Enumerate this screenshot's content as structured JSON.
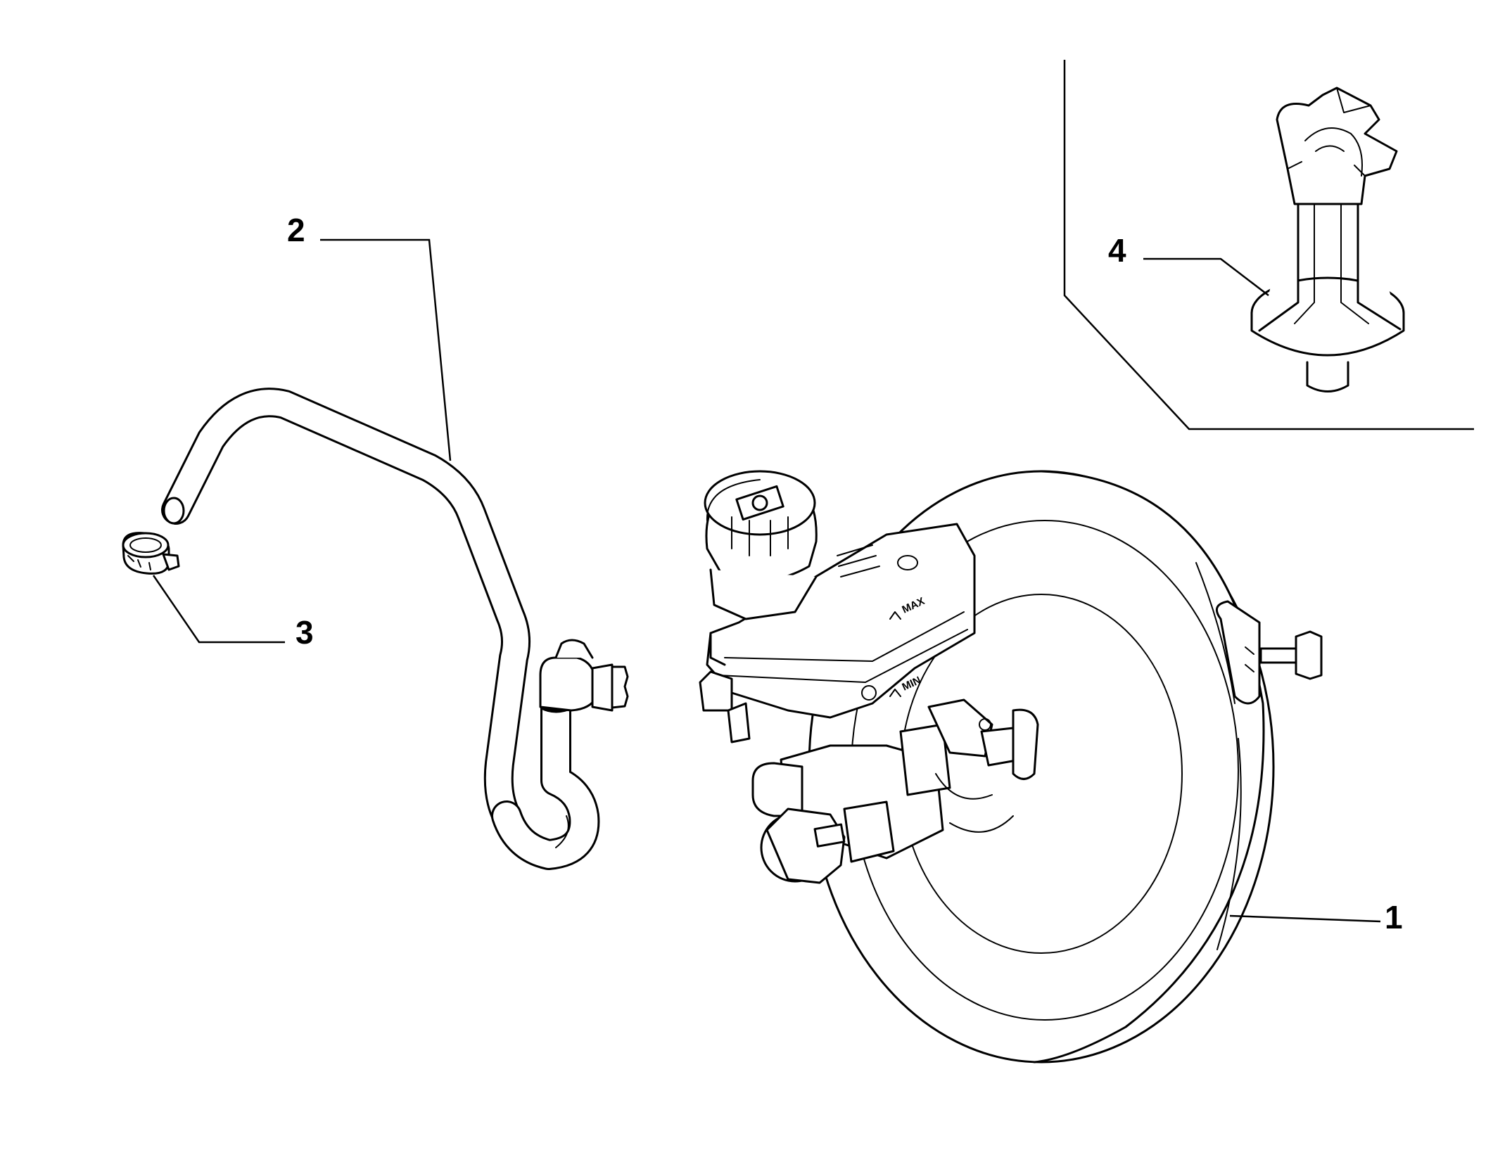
{
  "callouts": {
    "c1": "1",
    "c2": "2",
    "c3": "3",
    "c4": "4"
  },
  "reservoir_markings": {
    "max": "MAX",
    "min": "MIN"
  }
}
